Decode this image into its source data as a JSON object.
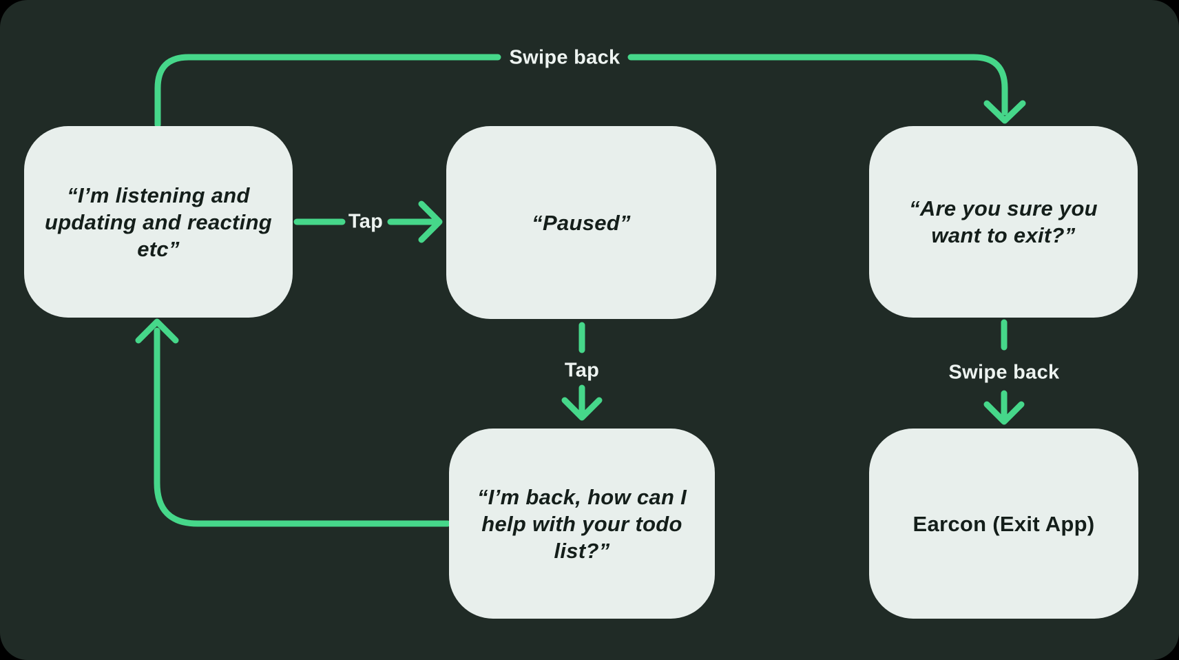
{
  "diagram": {
    "type": "flowchart",
    "colors": {
      "bg": "#202b26",
      "accent": "#46d78a",
      "node-fill": "#e8efec",
      "node-text": "#141e1a",
      "label-text": "#edf3f0"
    },
    "nodes": {
      "listening": {
        "text": "“I’m listening and\nupdating and reacting\netc”"
      },
      "paused": {
        "text": "“Paused”"
      },
      "confirm_exit": {
        "text": "“Are you sure you\nwant to exit?”"
      },
      "back": {
        "text": "“I’m back, how can I\nhelp with your todo\nlist?”"
      },
      "earcon": {
        "text": "Earcon (Exit App)"
      }
    },
    "edges": {
      "swipe_back_top": {
        "label": "Swipe back",
        "from": "listening",
        "to": "confirm_exit"
      },
      "tap_horizontal": {
        "label": "Tap",
        "from": "listening",
        "to": "paused"
      },
      "tap_vertical": {
        "label": "Tap",
        "from": "paused",
        "to": "back"
      },
      "swipe_back_right": {
        "label": "Swipe back",
        "from": "confirm_exit",
        "to": "earcon"
      },
      "loop_back": {
        "label": "",
        "from": "back",
        "to": "listening"
      }
    }
  }
}
